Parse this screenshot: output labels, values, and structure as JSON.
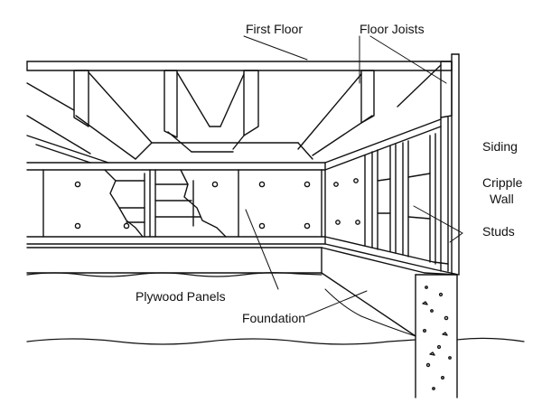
{
  "labels": {
    "first_floor": "First Floor",
    "floor_joists": "Floor Joists",
    "siding": "Siding",
    "cripple_wall_line1": "Cripple",
    "cripple_wall_line2": "Wall",
    "studs": "Studs",
    "plywood_panels": "Plywood Panels",
    "foundation": "Foundation"
  },
  "colors": {
    "ink": "#111111",
    "paper": "#ffffff"
  }
}
